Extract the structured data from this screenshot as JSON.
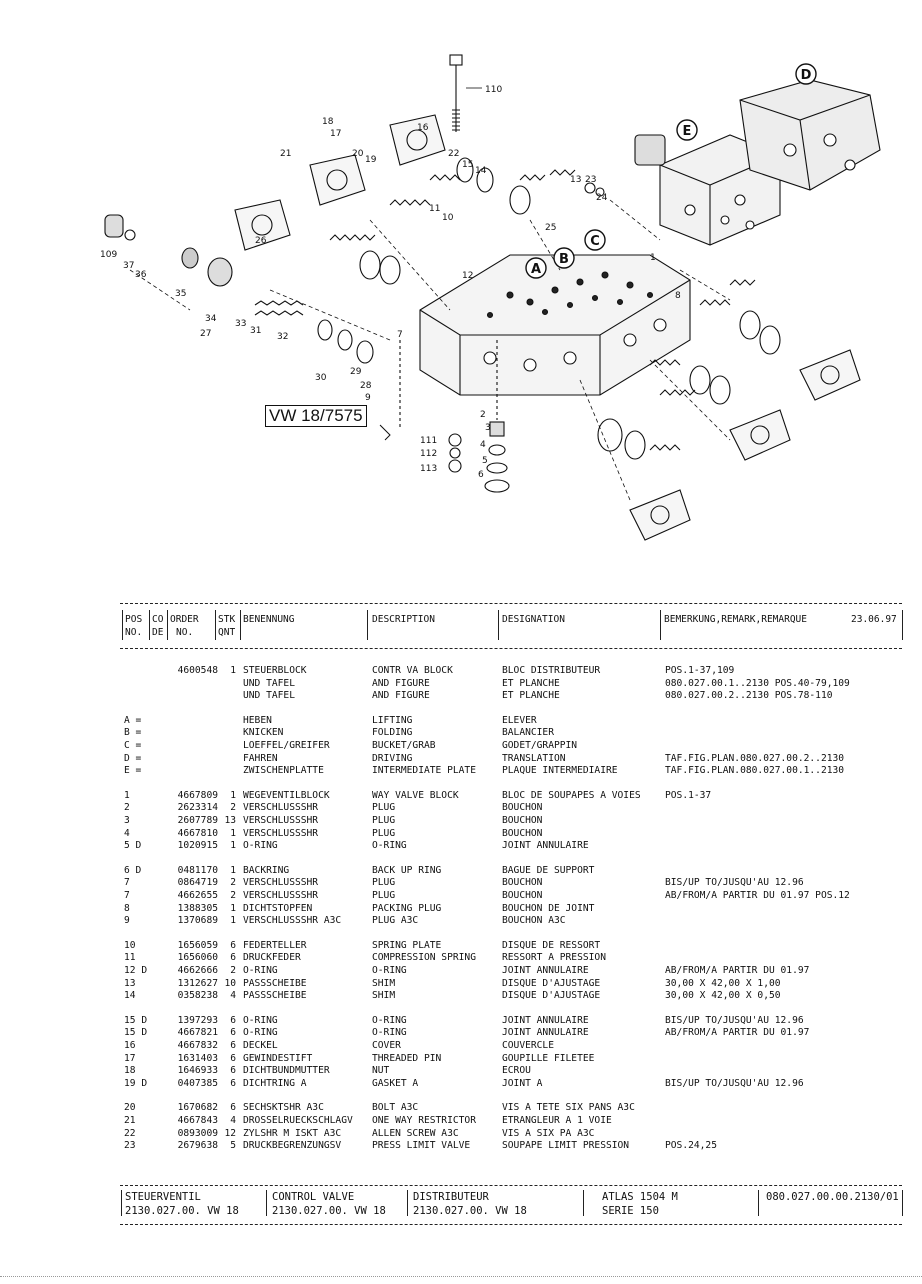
{
  "drawing": {
    "ref_label": "VW 18/7575",
    "circled_labels": [
      "A",
      "B",
      "C",
      "D",
      "E"
    ],
    "callouts": [
      "110",
      "18",
      "17",
      "16",
      "20",
      "21",
      "22",
      "15",
      "14",
      "13",
      "23",
      "24",
      "25",
      "11",
      "10",
      "12",
      "19",
      "109",
      "37",
      "36",
      "35",
      "34",
      "33",
      "27",
      "31",
      "32",
      "30",
      "29",
      "28",
      "9",
      "26",
      "2",
      "3",
      "1",
      "7",
      "4",
      "8",
      "5",
      "6",
      "111",
      "112",
      "113"
    ]
  },
  "header": {
    "pos": "POS",
    "pos_no": "NO.",
    "co": "CO",
    "co_de": "DE",
    "order": "ORDER",
    "order_no": "NO.",
    "stk": "STK",
    "qnt": "QNT",
    "benennung": "BENENNUNG",
    "description": "DESCRIPTION",
    "designation": "DESIGNATION",
    "remark": "BEMERKUNG,REMARK,REMARQUE",
    "date": "23.06.97"
  },
  "rows": [
    {
      "pos": "",
      "order": "4600548",
      "qty": "1",
      "ben": "STEUERBLOCK",
      "desc": "CONTR VA BLOCK",
      "dsg": "BLOC DISTRIBUTEUR",
      "rem": "POS.1-37,109"
    },
    {
      "pos": "",
      "order": "",
      "qty": "",
      "ben": "UND TAFEL",
      "desc": "AND FIGURE",
      "dsg": "ET PLANCHE",
      "rem": "080.027.00.1..2130 POS.40-79,109"
    },
    {
      "pos": "",
      "order": "",
      "qty": "",
      "ben": "UND TAFEL",
      "desc": "AND FIGURE",
      "dsg": "ET PLANCHE",
      "rem": "080.027.00.2..2130 POS.78-110"
    },
    {
      "gap": true
    },
    {
      "pos": "A =",
      "order": "",
      "qty": "",
      "ben": "HEBEN",
      "desc": "LIFTING",
      "dsg": "ELEVER",
      "rem": ""
    },
    {
      "pos": "B =",
      "order": "",
      "qty": "",
      "ben": "KNICKEN",
      "desc": "FOLDING",
      "dsg": "BALANCIER",
      "rem": ""
    },
    {
      "pos": "C =",
      "order": "",
      "qty": "",
      "ben": "LOEFFEL/GREIFER",
      "desc": "BUCKET/GRAB",
      "dsg": "GODET/GRAPPIN",
      "rem": ""
    },
    {
      "pos": "D =",
      "order": "",
      "qty": "",
      "ben": "FAHREN",
      "desc": "DRIVING",
      "dsg": "TRANSLATION",
      "rem": "TAF.FIG.PLAN.080.027.00.2..2130"
    },
    {
      "pos": "E =",
      "order": "",
      "qty": "",
      "ben": "ZWISCHENPLATTE",
      "desc": "INTERMEDIATE PLATE",
      "dsg": "PLAQUE INTERMEDIAIRE",
      "rem": "TAF.FIG.PLAN.080.027.00.1..2130"
    },
    {
      "gap": true
    },
    {
      "pos": "1",
      "order": "4667809",
      "qty": "1",
      "ben": "WEGEVENTILBLOCK",
      "desc": "WAY VALVE BLOCK",
      "dsg": "BLOC DE SOUPAPES A VOIES",
      "rem": "POS.1-37"
    },
    {
      "pos": "2",
      "order": "2623314",
      "qty": "2",
      "ben": "VERSCHLUSSSHR",
      "desc": "PLUG",
      "dsg": "BOUCHON",
      "rem": ""
    },
    {
      "pos": "3",
      "order": "2607789",
      "qty": "13",
      "ben": "VERSCHLUSSSHR",
      "desc": "PLUG",
      "dsg": "BOUCHON",
      "rem": ""
    },
    {
      "pos": "4",
      "order": "4667810",
      "qty": "1",
      "ben": "VERSCHLUSSSHR",
      "desc": "PLUG",
      "dsg": "BOUCHON",
      "rem": ""
    },
    {
      "pos": "5 D",
      "order": "1020915",
      "qty": "1",
      "ben": "O-RING",
      "desc": "O-RING",
      "dsg": "JOINT ANNULAIRE",
      "rem": ""
    },
    {
      "gap": true
    },
    {
      "pos": "6 D",
      "order": "0481170",
      "qty": "1",
      "ben": "BACKRING",
      "desc": "BACK UP RING",
      "dsg": "BAGUE DE SUPPORT",
      "rem": ""
    },
    {
      "pos": "7",
      "order": "0864719",
      "qty": "2",
      "ben": "VERSCHLUSSSHR",
      "desc": "PLUG",
      "dsg": "BOUCHON",
      "rem": "BIS/UP TO/JUSQU'AU 12.96"
    },
    {
      "pos": "7",
      "order": "4662655",
      "qty": "2",
      "ben": "VERSCHLUSSSHR",
      "desc": "PLUG",
      "dsg": "BOUCHON",
      "rem": "AB/FROM/A PARTIR DU 01.97 POS.12"
    },
    {
      "pos": "8",
      "order": "1388305",
      "qty": "1",
      "ben": "DICHTSTOPFEN",
      "desc": "PACKING PLUG",
      "dsg": "BOUCHON DE JOINT",
      "rem": ""
    },
    {
      "pos": "9",
      "order": "1370689",
      "qty": "1",
      "ben": "VERSCHLUSSSHR A3C",
      "desc": "PLUG A3C",
      "dsg": "BOUCHON A3C",
      "rem": ""
    },
    {
      "gap": true
    },
    {
      "pos": "10",
      "order": "1656059",
      "qty": "6",
      "ben": "FEDERTELLER",
      "desc": "SPRING PLATE",
      "dsg": "DISQUE DE RESSORT",
      "rem": ""
    },
    {
      "pos": "11",
      "order": "1656060",
      "qty": "6",
      "ben": "DRUCKFEDER",
      "desc": "COMPRESSION SPRING",
      "dsg": "RESSORT A PRESSION",
      "rem": ""
    },
    {
      "pos": "12 D",
      "order": "4662666",
      "qty": "2",
      "ben": "O-RING",
      "desc": "O-RING",
      "dsg": "JOINT ANNULAIRE",
      "rem": "AB/FROM/A PARTIR DU 01.97"
    },
    {
      "pos": "13",
      "order": "1312627",
      "qty": "10",
      "ben": "PASSSCHEIBE",
      "desc": "SHIM",
      "dsg": "DISQUE D'AJUSTAGE",
      "rem": "30,00 X 42,00 X 1,00"
    },
    {
      "pos": "14",
      "order": "0358238",
      "qty": "4",
      "ben": "PASSSCHEIBE",
      "desc": "SHIM",
      "dsg": "DISQUE D'AJUSTAGE",
      "rem": "30,00 X 42,00 X 0,50"
    },
    {
      "gap": true
    },
    {
      "pos": "15 D",
      "order": "1397293",
      "qty": "6",
      "ben": "O-RING",
      "desc": "O-RING",
      "dsg": "JOINT ANNULAIRE",
      "rem": "BIS/UP TO/JUSQU'AU 12.96"
    },
    {
      "pos": "15 D",
      "order": "4667821",
      "qty": "6",
      "ben": "O-RING",
      "desc": "O-RING",
      "dsg": "JOINT ANNULAIRE",
      "rem": "AB/FROM/A PARTIR DU 01.97"
    },
    {
      "pos": "16",
      "order": "4667832",
      "qty": "6",
      "ben": "DECKEL",
      "desc": "COVER",
      "dsg": "COUVERCLE",
      "rem": ""
    },
    {
      "pos": "17",
      "order": "1631403",
      "qty": "6",
      "ben": "GEWINDESTIFT",
      "desc": "THREADED PIN",
      "dsg": "GOUPILLE FILETEE",
      "rem": ""
    },
    {
      "pos": "18",
      "order": "1646933",
      "qty": "6",
      "ben": "DICHTBUNDMUTTER",
      "desc": "NUT",
      "dsg": "ECROU",
      "rem": ""
    },
    {
      "pos": "19 D",
      "order": "0407385",
      "qty": "6",
      "ben": "DICHTRING A",
      "desc": "GASKET A",
      "dsg": "JOINT A",
      "rem": "BIS/UP TO/JUSQU'AU 12.96"
    },
    {
      "gap": true
    },
    {
      "pos": "20",
      "order": "1670682",
      "qty": "6",
      "ben": "SECHSKTSHR A3C",
      "desc": "BOLT A3C",
      "dsg": "VIS A TETE SIX PANS A3C",
      "rem": ""
    },
    {
      "pos": "21",
      "order": "4667843",
      "qty": "4",
      "ben": "DROSSELRUECKSCHLAGV",
      "desc": "ONE WAY RESTRICTOR",
      "dsg": "ETRANGLEUR A 1 VOIE",
      "rem": ""
    },
    {
      "pos": "22",
      "order": "0893009",
      "qty": "12",
      "ben": "ZYLSHR M ISKT A3C",
      "desc": "ALLEN SCREW A3C",
      "dsg": "VIS A SIX PA A3C",
      "rem": ""
    },
    {
      "pos": "23",
      "order": "2679638",
      "qty": "5",
      "ben": "DRUCKBEGRENZUNGSV",
      "desc": "PRESS LIMIT VALVE",
      "dsg": "SOUPAPE LIMIT PRESSION",
      "rem": "POS.24,25"
    }
  ],
  "footer": {
    "de_title": "STEUERVENTIL",
    "de_code": "2130.027.00. VW 18",
    "en_title": "CONTROL VALVE",
    "en_code": "2130.027.00. VW 18",
    "fr_title": "DISTRIBUTEUR",
    "fr_code": "2130.027.00. VW 18",
    "model": "ATLAS 1504 M",
    "serie": "SERIE 150",
    "doc_no": "080.027.00.00.2130/01"
  }
}
